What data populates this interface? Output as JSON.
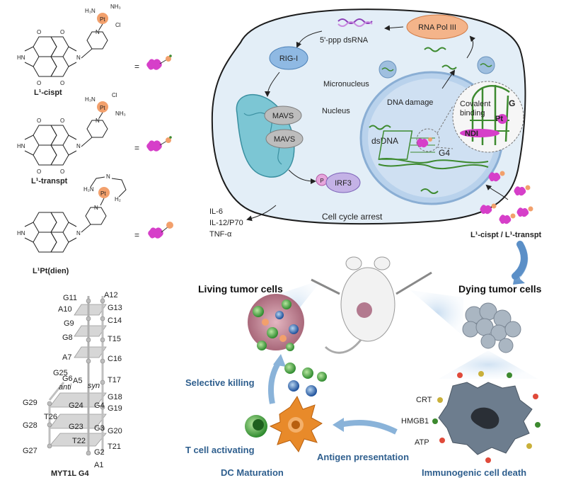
{
  "ligands": {
    "cispt": {
      "name": "L¹-cispt",
      "nh3_a": "H₃N",
      "nh3_b": "NH₃",
      "cl": "Cl",
      "pt": "Pt",
      "n": "N"
    },
    "transpt": {
      "name": "L¹-transpt",
      "nh3_a": "H₃N",
      "nh3_b": "NH₃",
      "cl": "Cl",
      "pt": "Pt",
      "n": "N"
    },
    "dien": {
      "name": "L¹Pt(dien)",
      "h2n_a": "H₂N",
      "h2n_b": "H₂",
      "nh": "N",
      "pt": "Pt",
      "n": "N"
    },
    "imide": {
      "hn": "HN",
      "o": "O",
      "n": "N"
    },
    "equals": "="
  },
  "g4": {
    "title": "MYT1L G4",
    "residues": [
      "G11",
      "A12",
      "A10",
      "G13",
      "G9",
      "C14",
      "G8",
      "T15",
      "A7",
      "C16",
      "G6",
      "T17",
      "G25",
      "A5",
      "G18",
      "G29",
      "G24",
      "G4",
      "G19",
      "T26",
      "G28",
      "G23",
      "G3",
      "G20",
      "T22",
      "G27",
      "G2",
      "T21",
      "A1"
    ],
    "anti": "anti",
    "syn": "syn"
  },
  "cell": {
    "rna_pol": "RNA Pol III",
    "dsrna": "5'-ppp dsRNA",
    "rig": "RIG-I",
    "micronucleus": "Micronucleus",
    "nucleus": "Nucleus",
    "dna_damage": "DNA damage",
    "covalent": "Covalent",
    "binding": "binding",
    "g": "G",
    "pt": "Pt",
    "ndi": "NDI",
    "dsdna": "dsDNA",
    "g4": "G4",
    "mavs1": "MAVS",
    "mavs2": "MAVS",
    "p": "P",
    "irf3": "IRF3",
    "cyto1": "IL-6",
    "cyto2": "IL-12/P70",
    "cyto3": "TNF-α",
    "arrest": "Cell cycle arrest",
    "drugs": "L¹-cispt / L¹-transpt"
  },
  "immune": {
    "living": "Living tumor cells",
    "dying": "Dying tumor cells",
    "killing": "Selective killing",
    "tcell": "T cell activating",
    "dc": "DC Maturation",
    "antigen": "Antigen presentation",
    "icd": "Immunogenic cell death",
    "crt": "CRT",
    "hmgb1": "HMGB1",
    "atp": "ATP"
  },
  "colors": {
    "cell": "#e3eef7",
    "cell_edge": "#1c1c1c",
    "nucleus": "#c9dcef",
    "mito": "#7cc6d4",
    "dna": "#3d8a2f",
    "magenta": "#d63fc9",
    "orange": "#f2a06c",
    "blue": "#2f5f8e",
    "dc": "#e88a2a"
  }
}
